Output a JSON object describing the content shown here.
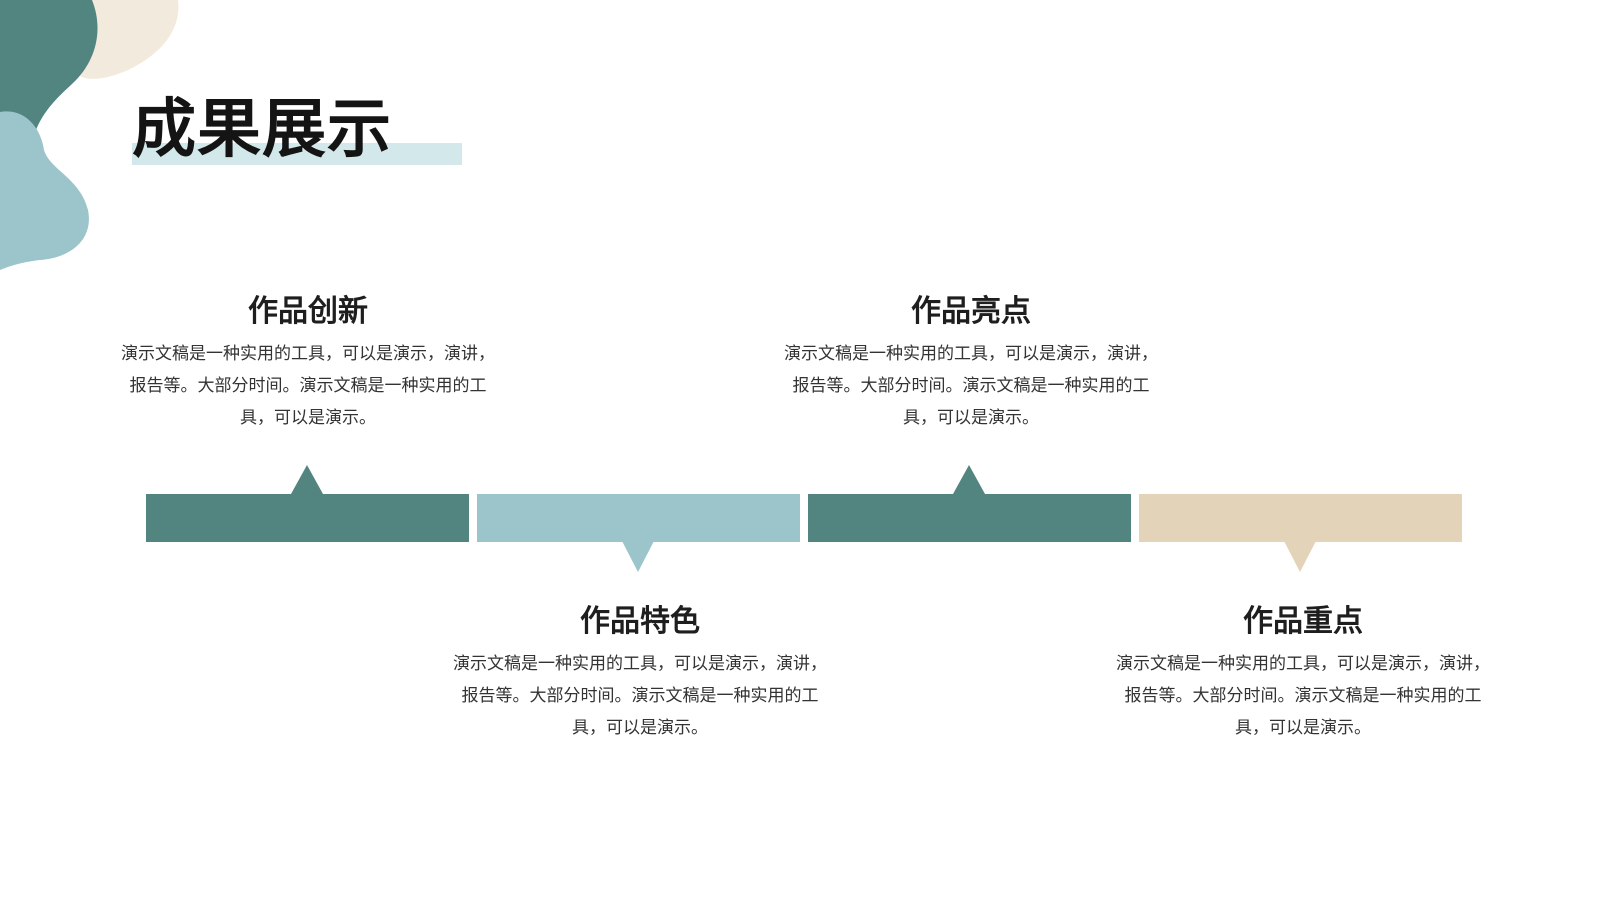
{
  "title": "成果展示",
  "colors": {
    "dark_teal": "#528480",
    "light_teal": "#9bc5ca",
    "beige": "#e3d3b8",
    "title_highlight": "#d3e8ea",
    "cream": "#f2eadd"
  },
  "items": [
    {
      "title": "作品创新",
      "desc": "演示文稿是一种实用的工具，可以是演示，演讲，报告等。大部分时间。演示文稿是一种实用的工具，可以是演示。"
    },
    {
      "title": "作品特色",
      "desc": "演示文稿是一种实用的工具，可以是演示，演讲，报告等。大部分时间。演示文稿是一种实用的工具，可以是演示。"
    },
    {
      "title": "作品亮点",
      "desc": "演示文稿是一种实用的工具，可以是演示，演讲，报告等。大部分时间。演示文稿是一种实用的工具，可以是演示。"
    },
    {
      "title": "作品重点",
      "desc": "演示文稿是一种实用的工具，可以是演示，演讲，报告等。大部分时间。演示文稿是一种实用的工具，可以是演示。"
    }
  ]
}
